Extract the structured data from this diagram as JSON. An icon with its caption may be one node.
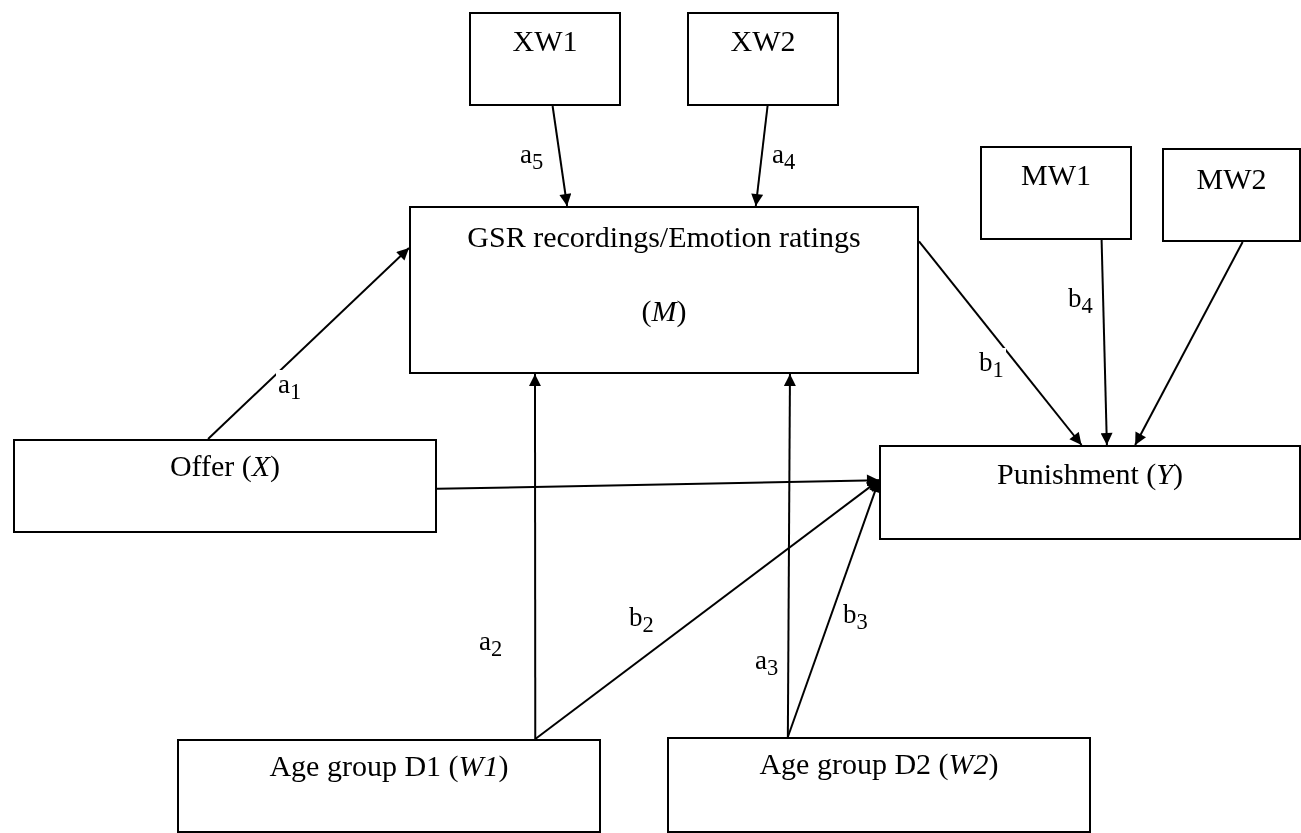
{
  "diagram": {
    "nodes": [
      {
        "text": [
          "XW1"
        ]
      },
      {
        "text": [
          "XW2"
        ]
      },
      {
        "text": [
          "MW1"
        ]
      },
      {
        "text": [
          "MW2"
        ]
      },
      {
        "text": [
          "GSR recordings/Emotion ratings",
          "(*M*)"
        ]
      },
      {
        "text": [
          "Offer (*X*)"
        ]
      },
      {
        "text": [
          "Punishment (*Y*)"
        ]
      },
      {
        "text": [
          "Age group D1 (*W1*)"
        ]
      },
      {
        "text": [
          "Age group D2 (*W2*)"
        ]
      }
    ],
    "edges": [
      {
        "from": 0,
        "to": 4,
        "arrow": "to",
        "label": "a$_{5}$"
      },
      {
        "from": 1,
        "to": 4,
        "arrow": "to",
        "label": "a$_{4}$"
      },
      {
        "from": 5,
        "to": 4,
        "arrow": "to",
        "label": "a$_{1}$"
      },
      {
        "from": 7,
        "to": 4,
        "arrow": "to",
        "label": "a$_{2}$"
      },
      {
        "from": 8,
        "to": 4,
        "arrow": "to",
        "label": "a$_{3}$"
      },
      {
        "from": 4,
        "to": 6,
        "arrow": "to",
        "label": "b$_{1}$"
      },
      {
        "from": 2,
        "to": 6,
        "arrow": "to",
        "label": "b$_{4}$"
      },
      {
        "from": 3,
        "to": 6,
        "arrow": "to"
      },
      {
        "from": 5,
        "to": 6,
        "arrow": "to"
      },
      {
        "from": 7,
        "to": 6,
        "arrow": "to",
        "label": "b$_{2}$"
      },
      {
        "from": 8,
        "to": 6,
        "arrow": "to",
        "label": "b$_{3}$"
      }
    ]
  }
}
